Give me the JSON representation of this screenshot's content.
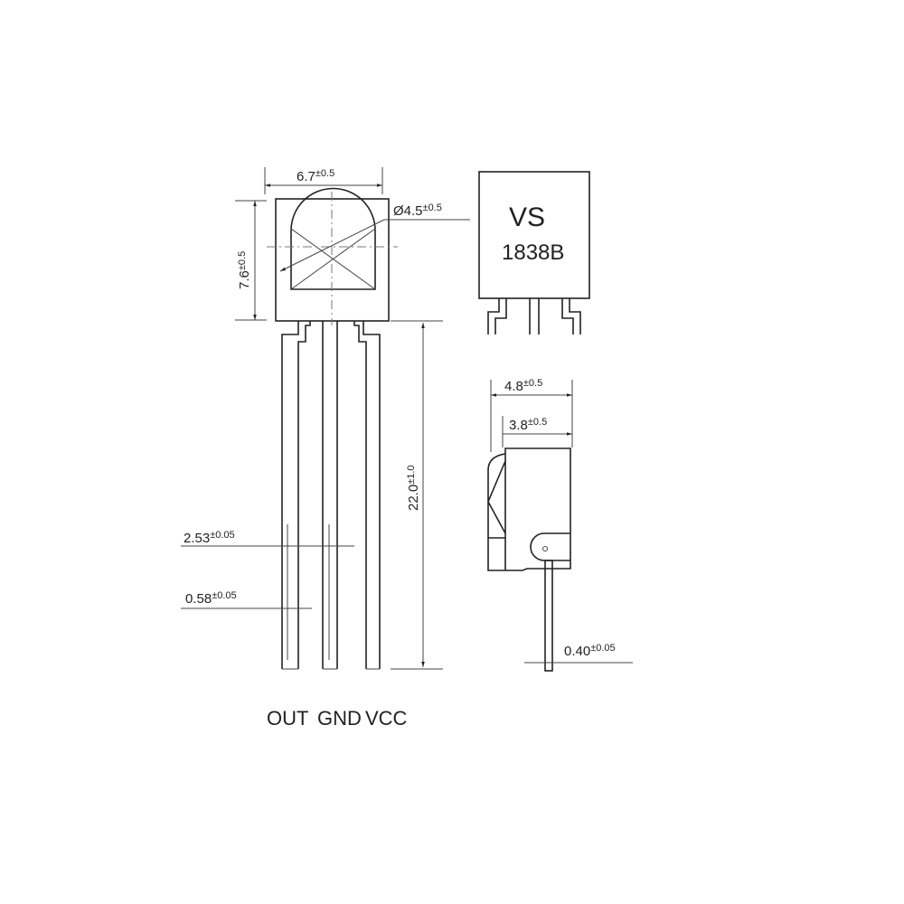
{
  "front_view": {
    "width_dim": "6.7",
    "width_tol": "±0.5",
    "height_dim": "7.6",
    "height_tol": "±0.5",
    "lens_dim": "Ø4.5",
    "lens_tol": "±0.5",
    "lead_length_dim": "22.0",
    "lead_length_tol": "±1.0",
    "pitch_dim": "2.53",
    "pitch_tol": "±0.05",
    "lead_width_dim": "0.58",
    "lead_width_tol": "±0.05",
    "pins": [
      "OUT",
      "GND",
      "VCC"
    ]
  },
  "top_view": {
    "marking_line1": "VS",
    "marking_line2": "1838B"
  },
  "side_view": {
    "depth_dim": "4.8",
    "depth_tol": "±0.5",
    "body_dim": "3.8",
    "body_tol": "±0.5",
    "lead_thickness_dim": "0.40",
    "lead_thickness_tol": "±0.05"
  }
}
